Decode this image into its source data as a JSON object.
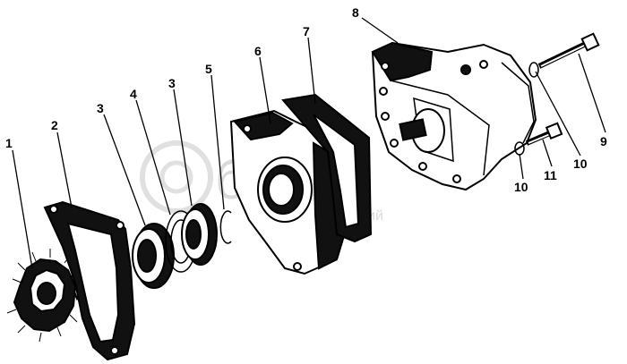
{
  "callouts": {
    "c1": "1",
    "c2": "2",
    "c3a": "3",
    "c4": "4",
    "c3b": "3",
    "c5": "5",
    "c6": "6",
    "c7": "7",
    "c8": "8",
    "c9": "9",
    "c10a": "10",
    "c10b": "10",
    "c11": "11"
  },
  "watermark": {
    "logo": "бигро",
    "sub": "ий"
  },
  "colors": {
    "ink": "#000000",
    "paper": "#ffffff",
    "watermark": "#bdbdbd"
  }
}
